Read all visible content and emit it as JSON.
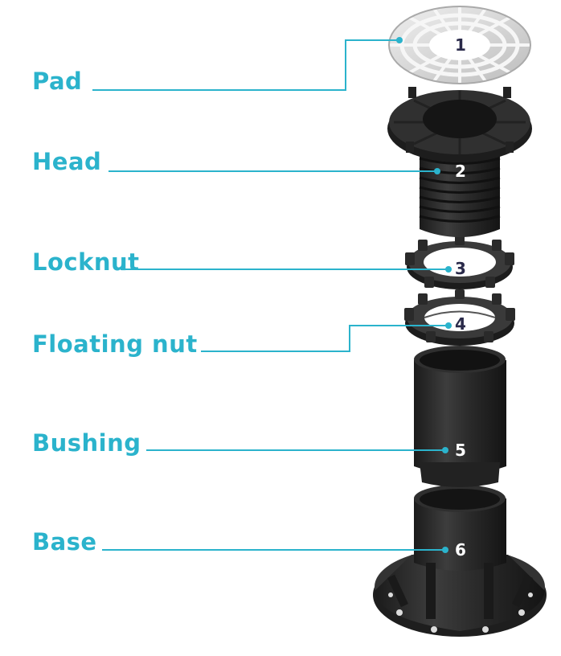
{
  "colors": {
    "label": "#2BB3CC",
    "leader": "#2BB3CC",
    "body": "#2b2b2b",
    "body_light": "#4a4a4a",
    "body_dark": "#161616",
    "pad": "#d9d9d9",
    "number_dark": "#2a2a4a",
    "number_light": "#ffffff"
  },
  "parts": [
    {
      "label": "Pad",
      "number": "1"
    },
    {
      "label": "Head",
      "number": "2"
    },
    {
      "label": "Locknut",
      "number": "3"
    },
    {
      "label": "Floating nut",
      "number": "4"
    },
    {
      "label": "Bushing",
      "number": "5"
    },
    {
      "label": "Base",
      "number": "6"
    }
  ]
}
